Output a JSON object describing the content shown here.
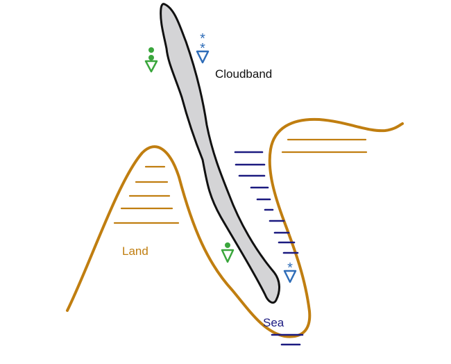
{
  "labels": {
    "cloudband": "Cloudband",
    "land": "Land",
    "sea": "Sea"
  },
  "colors": {
    "land": "#c07e10",
    "sea": "#1b1a80",
    "cloud_fill": "#d4d4d6",
    "cloud_outline": "#111111",
    "rain_symbol": "#3aa63c",
    "snow_symbol": "#2f6db8",
    "label_text": "#111111",
    "land_label": "#c07e10",
    "sea_label": "#1b1a80"
  },
  "icons": {
    "rain_shower": "rain-shower-symbol",
    "snow_shower": "snow-shower-symbol"
  }
}
